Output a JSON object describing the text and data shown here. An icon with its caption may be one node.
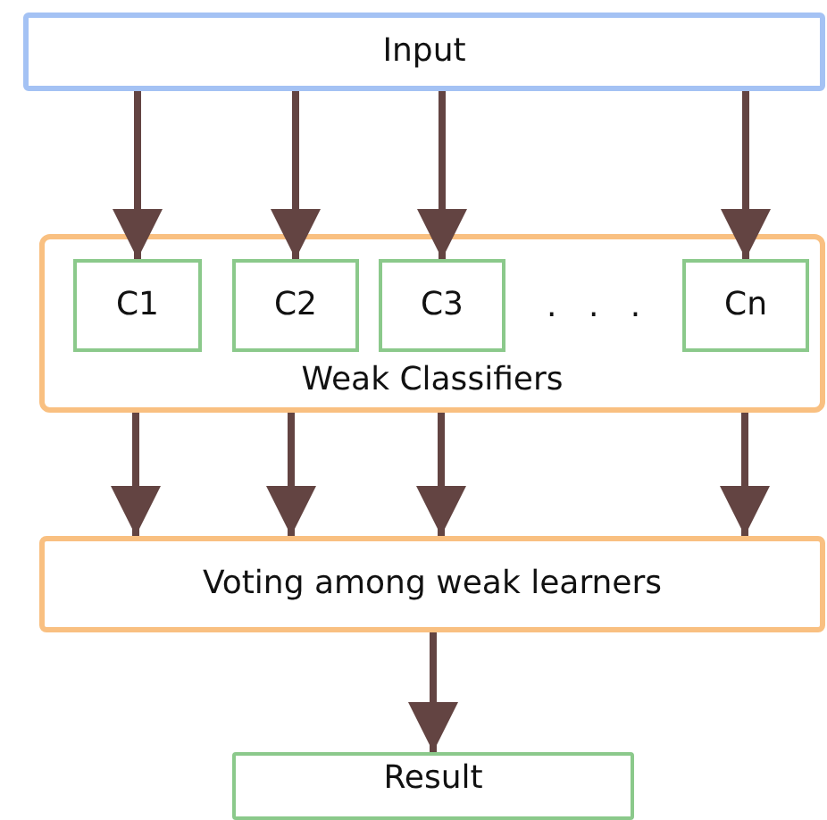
{
  "diagram": {
    "nodes": [
      {
        "text": [
          "Input"
        ]
      },
      {
        "text": [
          "Weak Classifiers"
        ]
      },
      {
        "text": [
          "C1"
        ],
        "in": 1
      },
      {
        "text": [
          "C2"
        ],
        "in": 1
      },
      {
        "text": [
          "C3"
        ],
        "in": 1
      },
      {
        "text": [
          "Cn"
        ],
        "in": 1
      },
      {
        "text": [
          "Voting among weak learners"
        ]
      },
      {
        "text": [
          "Result"
        ]
      }
    ],
    "edges": [
      {
        "from": 0,
        "to": 2,
        "arrow": "to"
      },
      {
        "from": 0,
        "to": 3,
        "arrow": "to"
      },
      {
        "from": 0,
        "to": 4,
        "arrow": "to"
      },
      {
        "from": 0,
        "to": 5,
        "arrow": "to"
      },
      {
        "from": 1,
        "to": 6,
        "arrow": "to"
      },
      {
        "from": 1,
        "to": 6,
        "arrow": "to"
      },
      {
        "from": 1,
        "to": 6,
        "arrow": "to"
      },
      {
        "from": 1,
        "to": 6,
        "arrow": "to"
      },
      {
        "from": 6,
        "to": 7,
        "arrow": "to"
      }
    ],
    "labels": [
      ". . ."
    ]
  }
}
